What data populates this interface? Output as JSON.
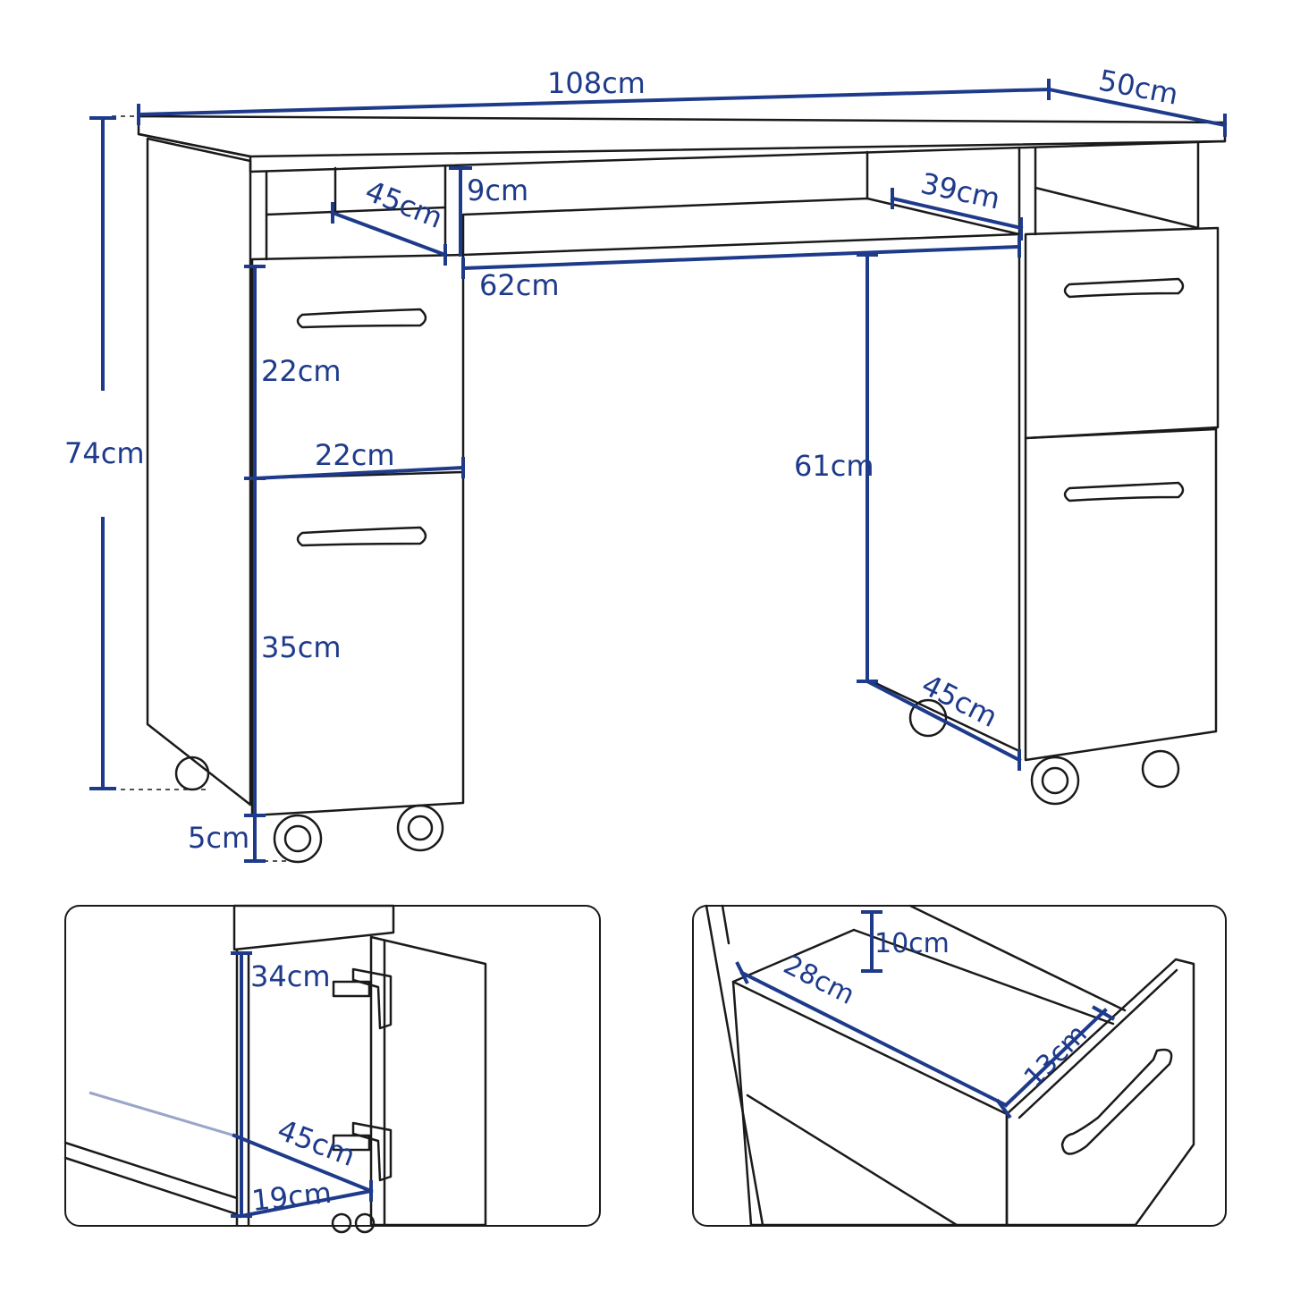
{
  "main": {
    "width": "108cm",
    "depth": "50cm",
    "height": "74cm",
    "shelf_height": "9cm",
    "shelf_depth_left": "45cm",
    "shelf_depth_right": "39cm",
    "knee_width": "62cm",
    "drawer_height": "22cm",
    "drawer_width": "22cm",
    "cabinet_height": "35cm",
    "knee_height": "61cm",
    "knee_depth": "45cm",
    "caster_height": "5cm"
  },
  "detail_left": {
    "door_height": "34cm",
    "cabinet_depth": "45cm",
    "cabinet_width": "19cm"
  },
  "detail_right": {
    "drawer_depth_label": "10cm",
    "drawer_length": "28cm",
    "drawer_width": "13cm"
  },
  "colors": {
    "dimension": "#1e3a8a",
    "outline": "#1a1a1a",
    "background": "#ffffff"
  }
}
